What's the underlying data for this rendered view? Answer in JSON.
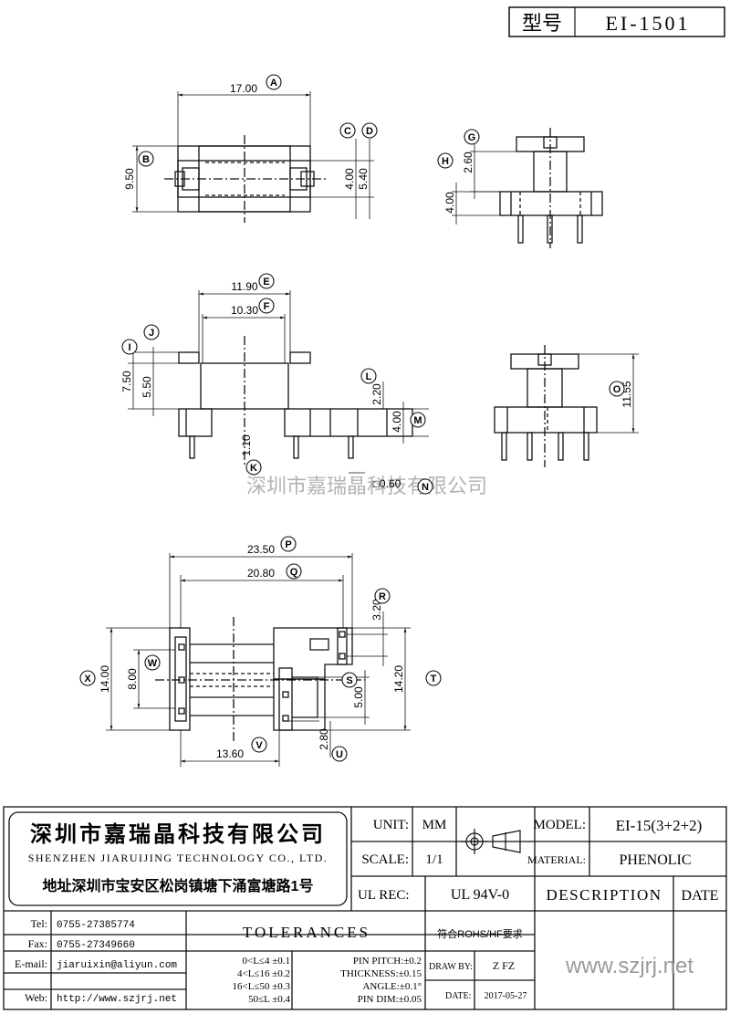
{
  "model_box": {
    "label": "型号",
    "value": "EI-1501"
  },
  "watermark": "深圳市嘉瑞晶科技有限公司",
  "views": {
    "top": {
      "dims": [
        {
          "letter": "A",
          "value": "17.00"
        },
        {
          "letter": "B",
          "value": "9.50"
        },
        {
          "letter": "C",
          "value": "4.00"
        },
        {
          "letter": "D",
          "value": "5.40"
        }
      ]
    },
    "side_small": {
      "dims": [
        {
          "letter": "G",
          "value": "2.60"
        },
        {
          "letter": "H",
          "value": "4.00"
        }
      ]
    },
    "front": {
      "dims": [
        {
          "letter": "E",
          "value": "11.90"
        },
        {
          "letter": "F",
          "value": "10.30"
        },
        {
          "letter": "I",
          "value": "7.50"
        },
        {
          "letter": "J",
          "value": "5.50"
        },
        {
          "letter": "L",
          "value": "2.20"
        },
        {
          "letter": "M",
          "value": "4.00"
        },
        {
          "letter": "K",
          "value": "1.10"
        },
        {
          "letter": "N",
          "value": "□0.60"
        }
      ]
    },
    "side_right": {
      "dims": [
        {
          "letter": "O",
          "value": "11.55"
        }
      ]
    },
    "bottom": {
      "dims": [
        {
          "letter": "P",
          "value": "23.50"
        },
        {
          "letter": "Q",
          "value": "20.80"
        },
        {
          "letter": "R",
          "value": "3.20"
        },
        {
          "letter": "X",
          "value": "14.00"
        },
        {
          "letter": "W",
          "value": "8.00"
        },
        {
          "letter": "S",
          "value": "5.00"
        },
        {
          "letter": "T",
          "value": "14.20"
        },
        {
          "letter": "V",
          "value": "13.60"
        },
        {
          "letter": "U",
          "value": "2.80"
        }
      ]
    }
  },
  "title_block": {
    "company_cn": "深圳市嘉瑞晶科技有限公司",
    "company_en": "SHENZHEN JIARUIJING TECHNOLOGY CO., LTD.",
    "address": "地址深圳市宝安区松岗镇塘下涌富塘路1号",
    "unit_label": "UNIT:",
    "unit_value": "MM",
    "scale_label": "SCALE:",
    "scale_value": "1/1",
    "model_label": "MODEL:",
    "model_value": "EI-15(3+2+2)",
    "material_label": "MATERIAL:",
    "material_value": "PHENOLIC",
    "ulrec_label": "UL REC:",
    "ulrec_value": "UL 94V-0",
    "description_label": "DESCRIPTION",
    "date_label": "DATE",
    "tel_label": "Tel:",
    "tel": "0755-27385774",
    "fax_label": "Fax:",
    "fax": "0755-27349660",
    "email_label": "E-mail:",
    "email": "jiaruixin@aliyun.com",
    "web_label": "Web:",
    "web": "http://www.szjrj.net",
    "tolerances_title": "TOLERANCES",
    "tol_lines": [
      "0<L≤4 ±0.1",
      "4<L≤16 ±0.2",
      "16<L≤50 ±0.3",
      "50≤L ±0.4"
    ],
    "pin_lines": [
      "PIN PITCH:±0.2",
      "THICKNESS:±0.15",
      "ANGLE:±0.1°",
      "PIN DIM:±0.05"
    ],
    "rohs": "符合ROHS/HF要求",
    "drawby_label": "DRAW BY:",
    "drawby": "Z FZ",
    "date_label2": "DATE:",
    "date": "2017-05-27",
    "website_big": "www.szjrj.net"
  }
}
